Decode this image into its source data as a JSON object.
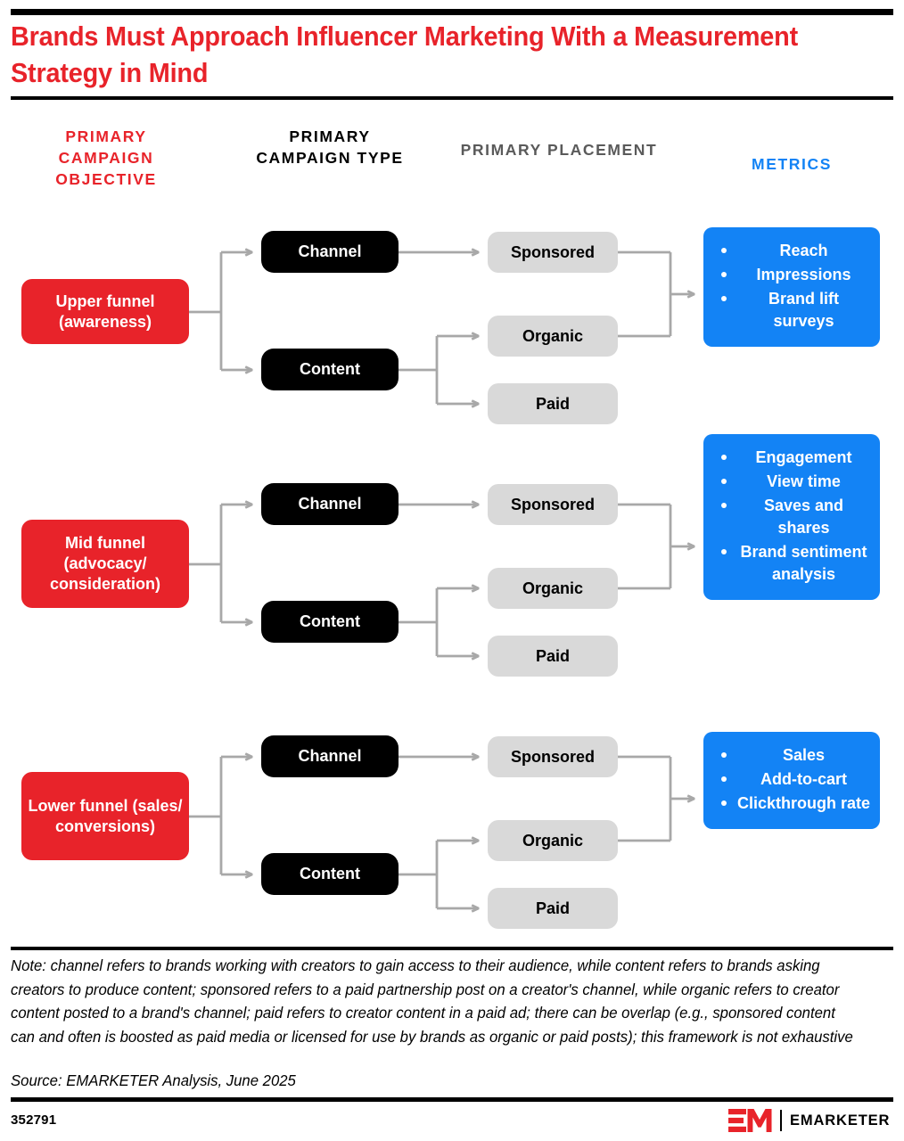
{
  "title": "Brands Must Approach Influencer Marketing With a Measurement Strategy in Mind",
  "colors": {
    "red": "#E8232A",
    "blue": "#1383F5",
    "black": "#000000",
    "gray_pill": "#D9D9D9",
    "gray_header": "#5A5A5A",
    "connector": "#A8A8A8"
  },
  "columns": [
    {
      "label": "PRIMARY CAMPAIGN OBJECTIVE",
      "color": "#E8232A"
    },
    {
      "label": "PRIMARY CAMPAIGN TYPE",
      "color": "#000000"
    },
    {
      "label": "PRIMARY PLACEMENT",
      "color": "#5A5A5A"
    },
    {
      "label": "METRICS",
      "color": "#1383F5"
    }
  ],
  "rows": [
    {
      "objective": "Upper funnel (awareness)",
      "campaign_types": [
        "Channel",
        "Content"
      ],
      "placements": [
        "Sponsored",
        "Organic",
        "Paid"
      ],
      "metrics": [
        "Reach",
        "Impressions",
        "Brand lift surveys"
      ]
    },
    {
      "objective": "Mid funnel (advocacy/ consideration)",
      "campaign_types": [
        "Channel",
        "Content"
      ],
      "placements": [
        "Sponsored",
        "Organic",
        "Paid"
      ],
      "metrics": [
        "Engagement",
        "View time",
        "Saves and shares",
        "Brand sentiment analysis"
      ]
    },
    {
      "objective": "Lower funnel (sales/ conversions)",
      "campaign_types": [
        "Channel",
        "Content"
      ],
      "placements": [
        "Sponsored",
        "Organic",
        "Paid"
      ],
      "metrics": [
        "Sales",
        "Add-to-cart",
        "Clickthrough rate"
      ]
    }
  ],
  "note": "Note: channel refers to brands working with creators to gain access to their audience, while content refers to brands asking creators to produce content; sponsored refers to a paid partnership post on a creator's channel, while organic refers to creator content posted to a brand's channel; paid refers to creator content in a paid ad; there can be overlap (e.g., sponsored content can and often is boosted as paid media or licensed for use by brands as organic or paid posts); this framework is not exhaustive",
  "source": "Source: EMARKETER Analysis, June 2025",
  "footer": {
    "id": "352791",
    "brand_mark": "em-logo-icon",
    "brand_name": "EMARKETER"
  }
}
